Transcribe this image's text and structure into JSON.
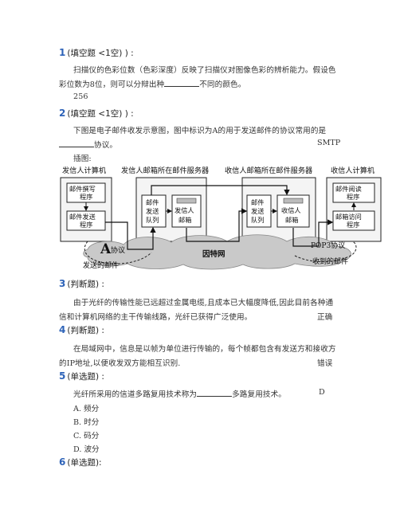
{
  "q1": {
    "num": "1",
    "head": "(填空题 <1空) ) :",
    "line1": "扫描仪的色彩位数（色彩深度）反映了扫描仪对图像色彩的辨析能力。假设色",
    "line2a": "彩位数为8位，则可以分辩出种",
    "line2b": "不同的颜色。",
    "answer": "256"
  },
  "q2": {
    "num": "2",
    "head": "(填空题 <1空) ) :",
    "line1": "下图是电子邮件收发示意图，图中标识为A的用于发送邮件的协议常用的是",
    "line2": "协议。",
    "answer": "SMTP",
    "line3": "插图:"
  },
  "diagram": {
    "sender_pc": "发信人计算机",
    "sender_server": "发信人邮箱所在邮件服务器",
    "receiver_server": "收信人邮箱所在邮件服务器",
    "receiver_pc": "收信人计算机",
    "compose_1": "邮件撰写",
    "compose_2": "程序",
    "send_1": "邮件发送",
    "send_2": "程序",
    "queue_1_1": "邮件",
    "queue_1_2": "发送",
    "queue_1_3": "队列",
    "mailbox_1_1": "发信人",
    "mailbox_1_2": "邮箱",
    "queue_2_1": "邮件",
    "queue_2_2": "发送",
    "queue_2_3": "队列",
    "mailbox_2_1": "收信人",
    "mailbox_2_2": "邮箱",
    "read_1": "邮件阅读",
    "read_2": "程序",
    "access_1": "邮箱访问",
    "access_2": "程序",
    "a_letter": "A",
    "a_proto": "协议",
    "internet": "因特网",
    "pop3": "POP3协议",
    "sent_mail": "发送的邮件",
    "recv_mail": "收到的邮件"
  },
  "q3": {
    "num": "3",
    "head": "(判断题) :",
    "line1": "由于光纤的传输性能已远超过金属电缆,且成本已大幅度降低,因此目前各种通",
    "line2": "信和计算机网络的主干传输线路，光纤已获得广泛使用。",
    "answer": "正确"
  },
  "q4": {
    "num": "4",
    "head": "(判断题) :",
    "line1": "在局域网中，信息是以帧为单位进行传输的，每个帧都包含有发送方和接收方",
    "line2": "的IP地址,以便收发双方能相互识别.",
    "answer": "错误"
  },
  "q5": {
    "num": "5",
    "head": "(单选题) :",
    "line1a": "光纤所采用的信道多路复用技术称为",
    "line1b": "多路复用技术。",
    "answer": "D",
    "options": [
      "A. 频分",
      "B. 时分",
      "C. 码分",
      "D. 波分"
    ]
  },
  "q6": {
    "num": "6",
    "head": "(单选题):"
  }
}
